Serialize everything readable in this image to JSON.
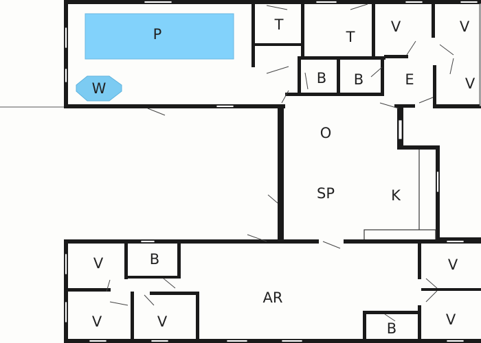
{
  "rooms": {
    "pool": "P",
    "whirlpool": "W",
    "toilet_1": "T",
    "toilet_2": "T",
    "bedroom_1": "V",
    "bedroom_2": "V",
    "bedroom_3": "V",
    "bath_1": "B",
    "bath_2": "B",
    "entrance": "E",
    "upper_room": "O",
    "living_room": "SP",
    "kitchen": "K",
    "activity_room": "AR",
    "bedroom_4": "V",
    "bath_3": "B",
    "bedroom_5": "V",
    "bedroom_6": "V",
    "bedroom_7": "V",
    "bath_4": "B",
    "bedroom_8": "V"
  },
  "colors": {
    "wall": "#1a1a1a",
    "pool": "#82d2fb",
    "whirlpool": "#7ccbf2",
    "floor": "#fdfdfb"
  }
}
